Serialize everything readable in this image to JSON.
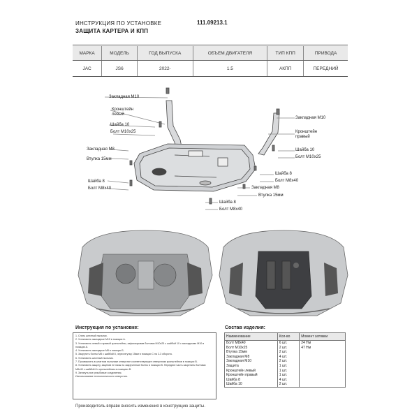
{
  "header": {
    "line1": "ИНСТРУКЦИЯ ПО УСТАНОВКЕ",
    "line2": "ЗАЩИТА КАРТЕРА И КПП",
    "code": "111.09213.1"
  },
  "spec_table": {
    "headers": [
      "МАРКА",
      "МОДЕЛЬ",
      "ГОД ВЫПУСКА",
      "ОБЪЕМ ДВИГАТЕЛЯ",
      "ТИП КПП",
      "ПРИВОДА"
    ],
    "row": [
      "JAC",
      "JS6",
      "2022-",
      "1.5",
      "АКПП",
      "ПЕРЕДНИЙ"
    ]
  },
  "diagram_labels": {
    "zakladnaya_m10_left": "Закладная М10",
    "kronshtein_left": "Кронштейн левый",
    "shaiba10_left": "Шайба 10",
    "bolt_m10_left": "Болт М10х25",
    "zakladnaya_m8": "Закладная М8",
    "vtulka_left": "Втулка 15мм",
    "shaiba8_left": "Шайба 8",
    "bolt_m8_left": "Болт М8х40",
    "zakladnaya_m10_right": "Закладная М10",
    "kronshtein_right": "Кронштейн правый",
    "shaiba10_right": "Шайба 10",
    "bolt_m10_right": "Болт М10х25",
    "shaiba8_right": "Шайба 8",
    "bolt_m8_right": "Болт М8х40",
    "zakladnaya_m8_bottom": "Закладная М8",
    "vtulka_bottom": "Втулка 15мм",
    "shaiba8_bottom": "Шайба 8",
    "bolt_m8_bottom": "Болт М8х40"
  },
  "instructions": {
    "title": "Инструкция по установке:",
    "steps": [
      "1. Снять штатный пыльник.",
      "2. Установить закладные М10 в позиции А.",
      "3. Установить левый и правый кронштейны, зафиксировав болтами М10х25 с шайбой 10 с закладными М10 в позиции А.",
      "4. Установить закладные М8 в позиции Б.",
      "5. Закрутить болты М8 с шайбой 8, через втулку 15мм в позиции С на 2-3 оборота.",
      "6. Установить штатный пыльник.",
      "7. Просверлить в штатном пыльнике отверстие соответствующее отверстиям кронштейнов в позиции В.",
      "8. Установить защиту, зацепив ее пазы на закрученные болты в позиции В. Передние часть закрепить болтами М8х40 с шайбой 8 к кронштейнам в позициях В.",
      "9. Затянуть все резьбовые соединения.",
      "Использование технологического отверстия."
    ]
  },
  "components": {
    "title": "Состав изделия:",
    "headers": [
      "Наименование",
      "Кол-во",
      "Момент затяжки"
    ],
    "rows": [
      [
        "Болт М8х40",
        "6 шт.",
        "24 Нм"
      ],
      [
        "Болт М10х25",
        "2 шт.",
        "47 Нм"
      ],
      [
        "Втулка 15мм",
        "2 шт.",
        ""
      ],
      [
        "Закладная М8",
        "4 шт.",
        ""
      ],
      [
        "Закладная М10",
        "2 шт.",
        ""
      ],
      [
        "Защита",
        "1 шт.",
        ""
      ],
      [
        "Кронштейн левый",
        "1 шт.",
        ""
      ],
      [
        "Кронштейн правый",
        "1 шт.",
        ""
      ],
      [
        "Шайба 8",
        "4 шт.",
        ""
      ],
      [
        "Шайба 10",
        "2 шт.",
        ""
      ]
    ]
  },
  "footer": "Производитель вправе вносить изменения в конструкцию защиты."
}
